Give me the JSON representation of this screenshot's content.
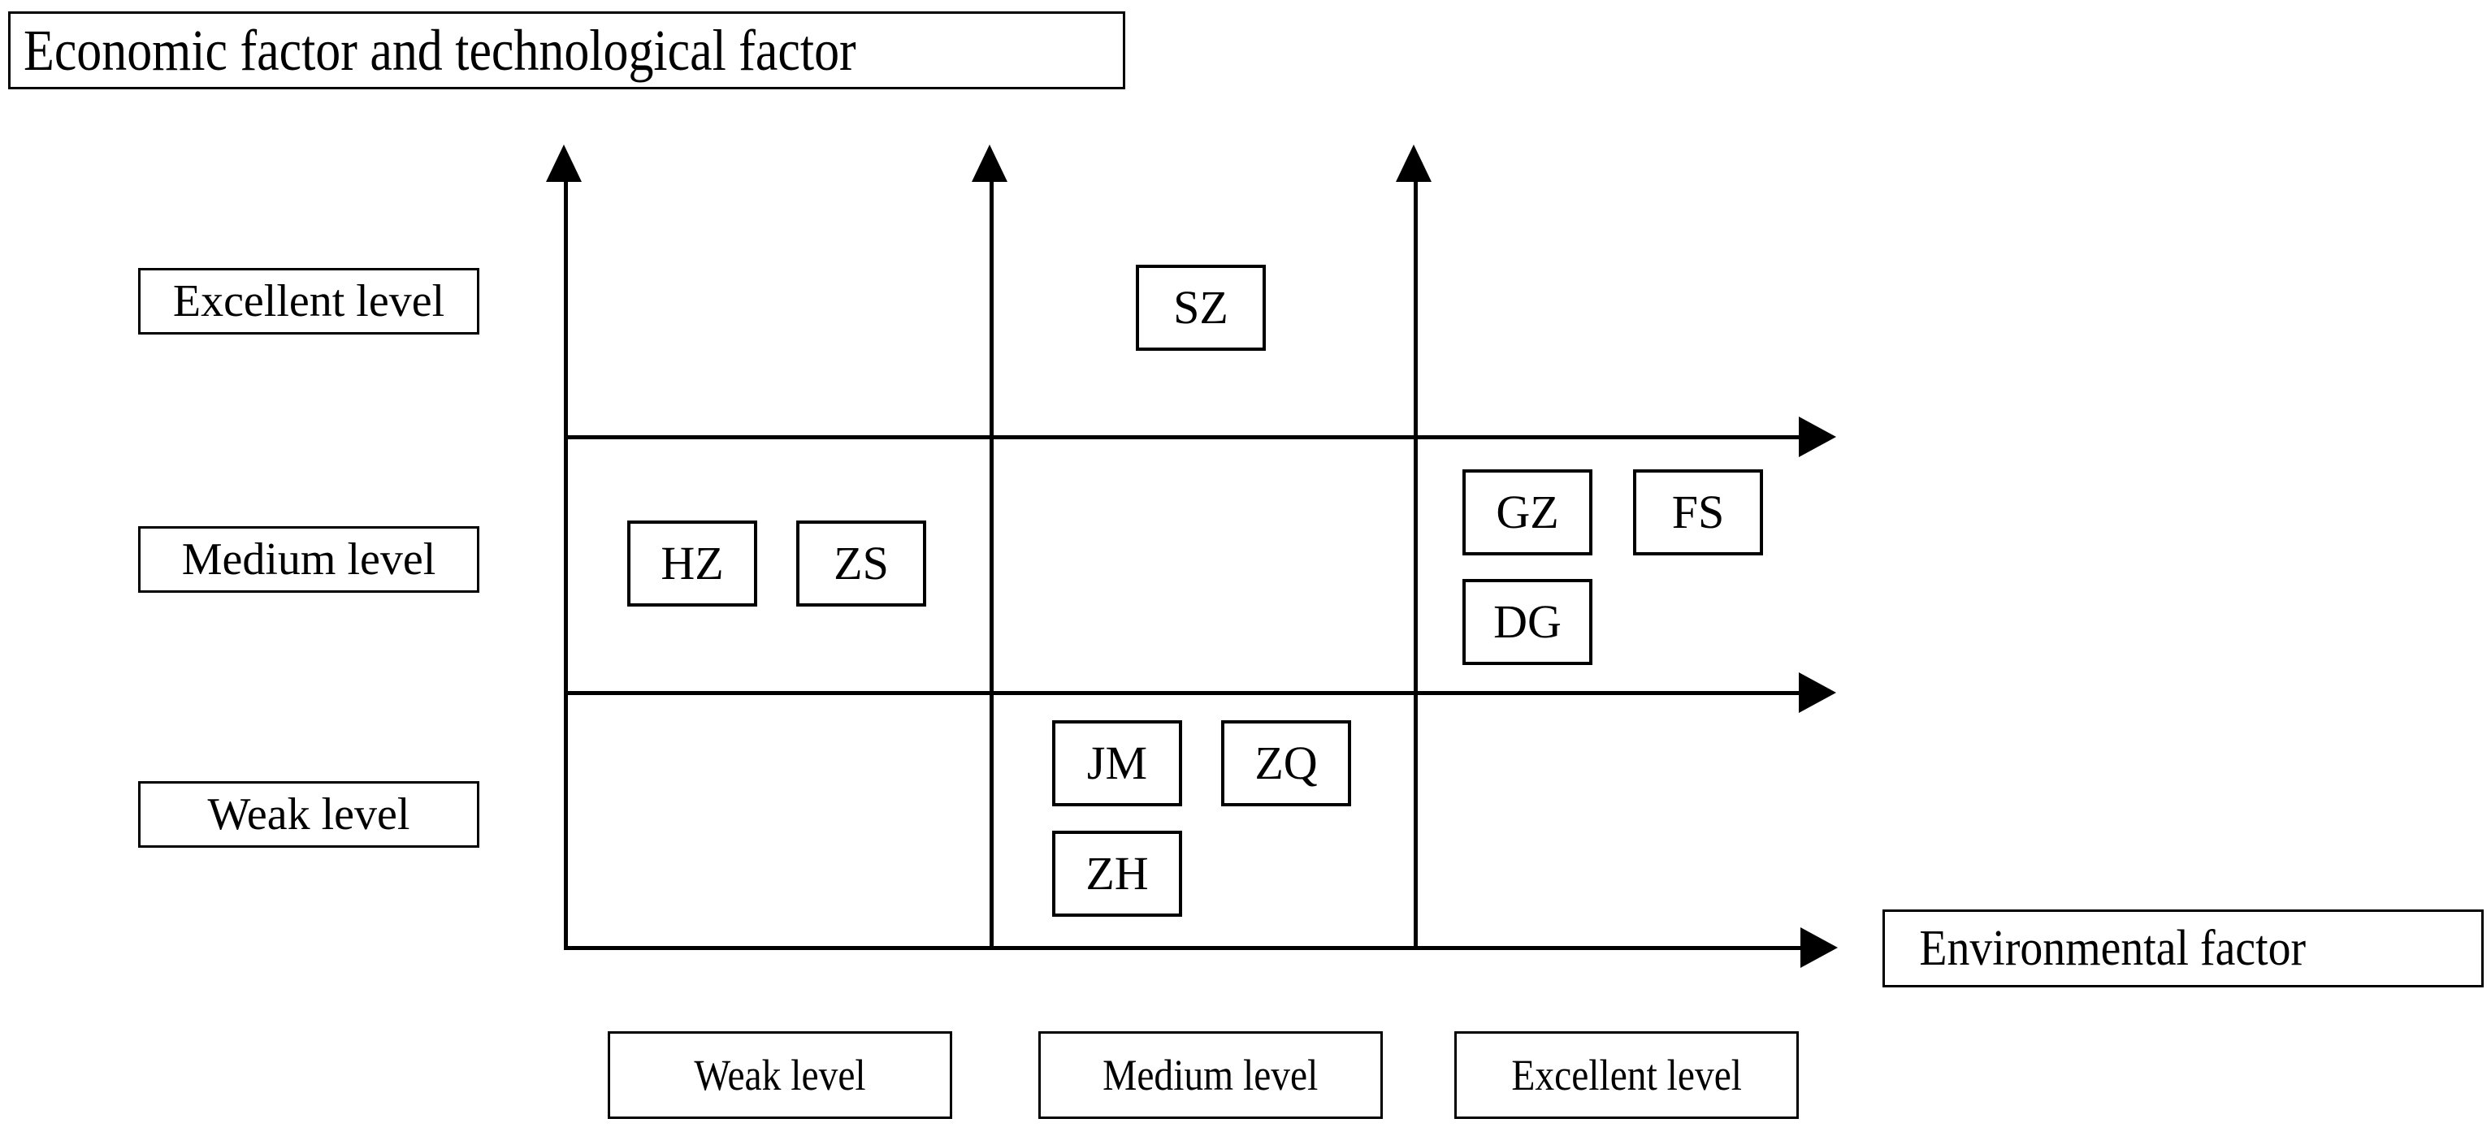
{
  "title": {
    "text": "Economic factor and technological factor"
  },
  "axes": {
    "y_title": "Economic factor and technological factor",
    "x_title": "Environmental factor",
    "y_categories": [
      "Excellent level",
      "Medium level",
      "Weak level"
    ],
    "x_categories": [
      "Weak level",
      "Medium level",
      "Excellent level"
    ]
  },
  "y_labels": {
    "excellent": "Excellent level",
    "medium": "Medium level",
    "weak": "Weak level"
  },
  "x_labels": {
    "weak": "Weak level",
    "medium": "Medium level",
    "excellent": "Excellent level"
  },
  "items": [
    {
      "code": "SZ",
      "x_level": "Medium level",
      "y_level": "Excellent level"
    },
    {
      "code": "HZ",
      "x_level": "Weak level",
      "y_level": "Medium level"
    },
    {
      "code": "ZS",
      "x_level": "Weak level",
      "y_level": "Medium level"
    },
    {
      "code": "GZ",
      "x_level": "Excellent level",
      "y_level": "Medium level"
    },
    {
      "code": "FS",
      "x_level": "Excellent level",
      "y_level": "Medium level"
    },
    {
      "code": "DG",
      "x_level": "Excellent level",
      "y_level": "Medium level"
    },
    {
      "code": "JM",
      "x_level": "Medium level",
      "y_level": "Weak level"
    },
    {
      "code": "ZQ",
      "x_level": "Medium level",
      "y_level": "Weak level"
    },
    {
      "code": "ZH",
      "x_level": "Medium level",
      "y_level": "Weak level"
    }
  ],
  "chart_data": {
    "type": "scatter",
    "title": "Economic factor and technological factor",
    "xlabel": "Environmental factor",
    "ylabel": "Economic factor and technological factor",
    "x_categories": [
      "Weak level",
      "Medium level",
      "Excellent level"
    ],
    "y_categories": [
      "Weak level",
      "Medium level",
      "Excellent level"
    ],
    "grid": true,
    "legend": "none",
    "points": [
      {
        "label": "SZ",
        "x": "Medium level",
        "y": "Excellent level"
      },
      {
        "label": "HZ",
        "x": "Weak level",
        "y": "Medium level"
      },
      {
        "label": "ZS",
        "x": "Weak level",
        "y": "Medium level"
      },
      {
        "label": "GZ",
        "x": "Excellent level",
        "y": "Medium level"
      },
      {
        "label": "FS",
        "x": "Excellent level",
        "y": "Medium level"
      },
      {
        "label": "DG",
        "x": "Excellent level",
        "y": "Medium level"
      },
      {
        "label": "JM",
        "x": "Medium level",
        "y": "Weak level"
      },
      {
        "label": "ZQ",
        "x": "Medium level",
        "y": "Weak level"
      },
      {
        "label": "ZH",
        "x": "Medium level",
        "y": "Weak level"
      }
    ],
    "colors": {
      "line": "#000000",
      "text": "#000000",
      "background": "#ffffff"
    }
  }
}
